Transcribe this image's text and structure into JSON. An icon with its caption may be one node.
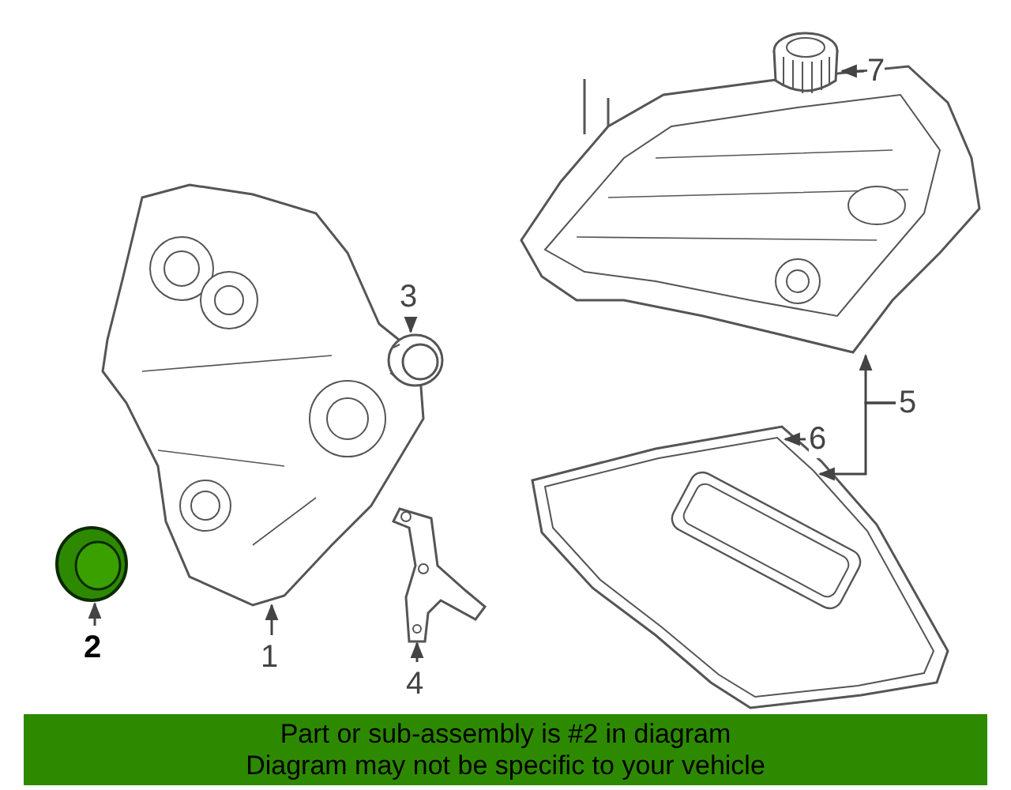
{
  "diagram": {
    "nodes": [
      {
        "text": [
          "7"
        ]
      },
      {
        "text": [],
        "shape": "picture"
      },
      {
        "text": [
          "3"
        ]
      },
      {
        "text": [],
        "shape": "picture"
      },
      {
        "text": [
          "5"
        ]
      },
      {
        "text": [],
        "shape": "picture"
      },
      {
        "text": [
          "6"
        ]
      },
      {
        "text": [],
        "shape": "picture"
      },
      {
        "text": [
          "2"
        ]
      },
      {
        "text": [],
        "shape": "picture"
      },
      {
        "text": [],
        "shape": "picture"
      },
      {
        "text": [
          "1"
        ]
      },
      {
        "text": [],
        "shape": "picture"
      },
      {
        "text": [
          "4"
        ]
      }
    ],
    "edges": [
      {
        "from": 0,
        "to": 1,
        "arrow": "to"
      },
      {
        "from": 2,
        "to": 3,
        "arrow": "to"
      },
      {
        "from": 4,
        "to": 5,
        "arrow": "to"
      },
      {
        "from": 4,
        "to": 7,
        "arrow": "to"
      },
      {
        "from": 6,
        "to": 7,
        "arrow": "to"
      },
      {
        "from": 8,
        "to": 9,
        "arrow": "to"
      },
      {
        "from": 11,
        "to": 10,
        "arrow": "to"
      },
      {
        "from": 13,
        "to": 12,
        "arrow": "to"
      }
    ],
    "labels": [
      "Part or sub-assembly is #2 in diagram",
      "Diagram may not be specific to your vehicle"
    ]
  }
}
